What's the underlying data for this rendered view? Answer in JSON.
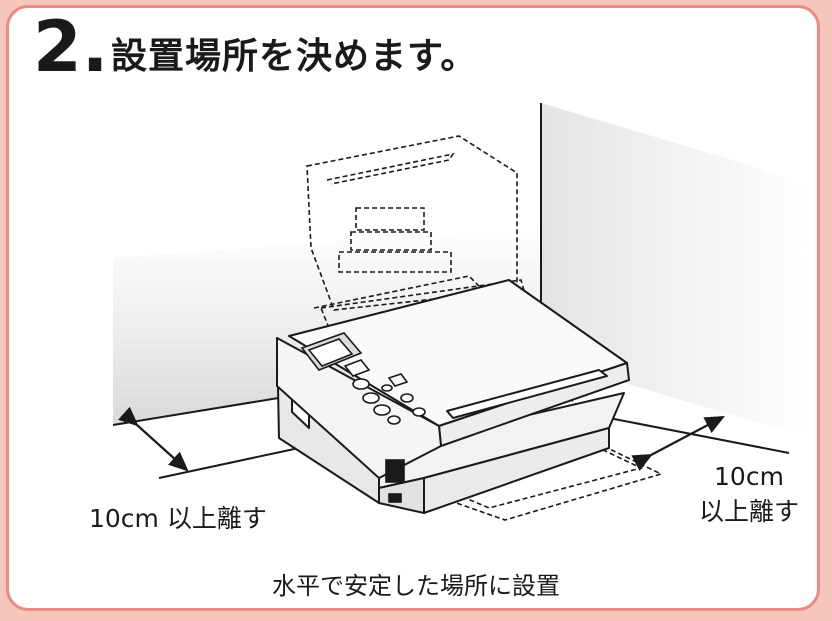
{
  "step": {
    "number": "2.",
    "title": "設置場所を決めます。"
  },
  "dimensions": {
    "left_clearance": "10cm 以上離す",
    "right_clearance_value": "10cm",
    "right_clearance_text": "以上離す"
  },
  "caption": "水平で安定した場所に設置",
  "colors": {
    "frame_border": "#e98b80",
    "frame_background": "#f6c6bd",
    "wall_shade": "#e6e6e6",
    "line": "#1a1a1a"
  }
}
